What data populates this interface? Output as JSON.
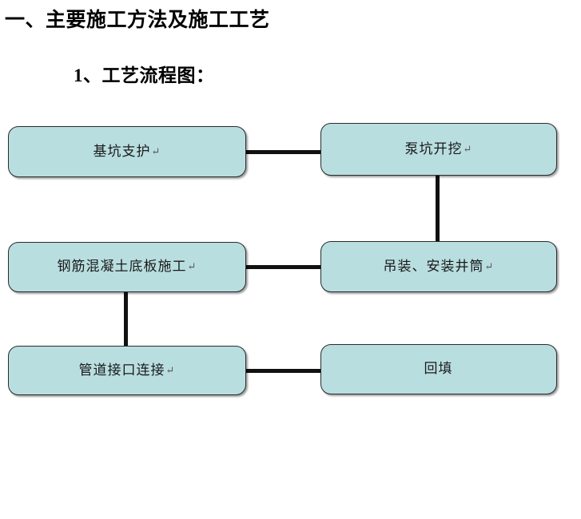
{
  "document": {
    "heading_main": "一、主要施工方法及施工工艺",
    "heading_sub": "1、工艺流程图："
  },
  "flowchart": {
    "type": "process-flow-diagram",
    "node_fill_color": "#b9dee0",
    "node_border_color": "#2b2b2b",
    "connector_color": "#111111",
    "nodes": [
      {
        "id": "node-1",
        "label": "基坑支护",
        "mark": "↵"
      },
      {
        "id": "node-2",
        "label": "泵坑开挖",
        "mark": "↵"
      },
      {
        "id": "node-3",
        "label": "钢筋混凝土底板施工",
        "mark": "↵"
      },
      {
        "id": "node-4",
        "label": "吊装、安装井筒",
        "mark": "↵"
      },
      {
        "id": "node-5",
        "label": "管道接口连接",
        "mark": "↵"
      },
      {
        "id": "node-6",
        "label": "回填",
        "mark": ""
      }
    ],
    "connectors": [
      {
        "id": "conn-1-2",
        "from": "node-1",
        "to": "node-2",
        "orientation": "horizontal"
      },
      {
        "id": "conn-2-4",
        "from": "node-2",
        "to": "node-4",
        "orientation": "vertical"
      },
      {
        "id": "conn-4-3",
        "from": "node-4",
        "to": "node-3",
        "orientation": "horizontal"
      },
      {
        "id": "conn-3-5",
        "from": "node-3",
        "to": "node-5",
        "orientation": "vertical"
      },
      {
        "id": "conn-5-6",
        "from": "node-5",
        "to": "node-6",
        "orientation": "horizontal"
      }
    ]
  }
}
